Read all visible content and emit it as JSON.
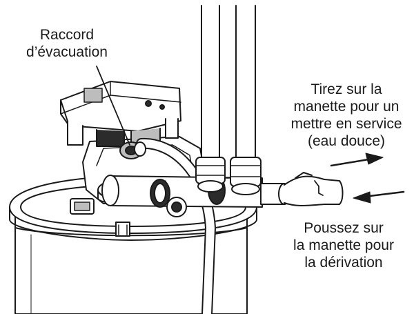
{
  "labels": {
    "drain": [
      "Raccord",
      "d’évacuation"
    ],
    "pull": [
      "Tirez sur la",
      "manette pour un",
      "mettre en service",
      "(eau douce)"
    ],
    "push": [
      "Poussez sur",
      "la manette pour",
      "la dérivation"
    ]
  },
  "colors": {
    "line": "#1a1a1a",
    "fill": "#ffffff",
    "dark": "#2b2b2b",
    "mid": "#bdbdbd"
  }
}
